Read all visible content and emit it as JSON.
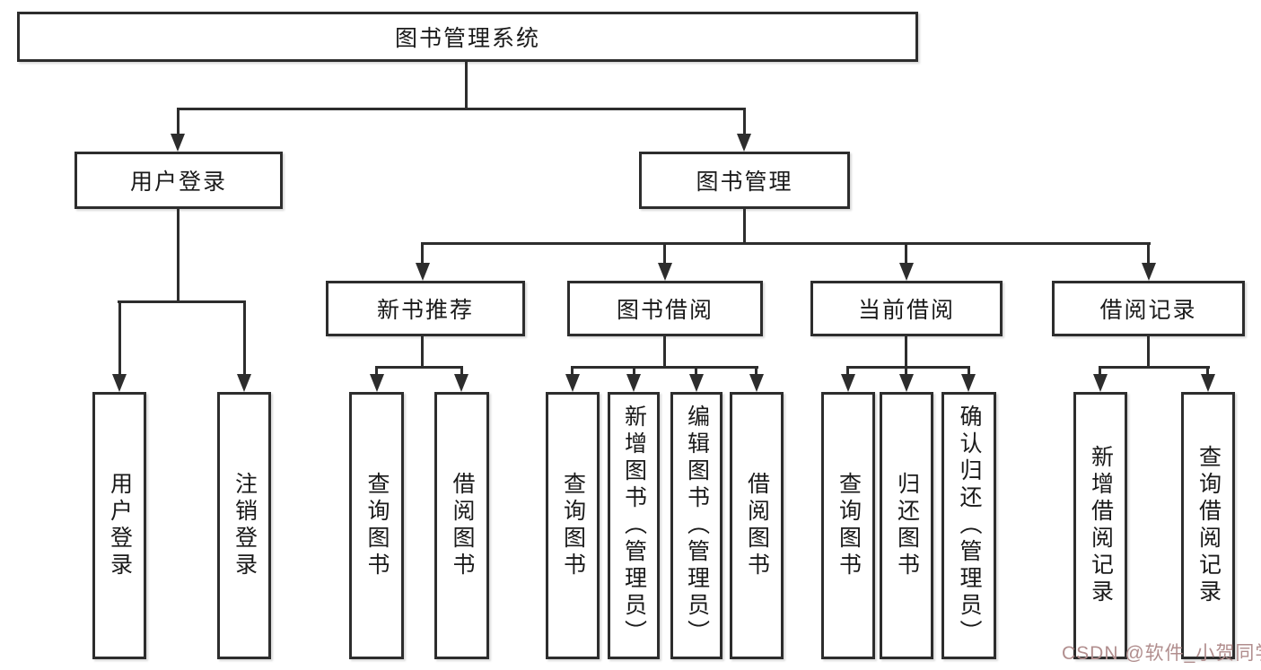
{
  "diagram": {
    "root": {
      "label": "图书管理系统",
      "children": [
        {
          "label": "用户登录",
          "children": [
            {
              "label": "用户登录"
            },
            {
              "label": "注销登录"
            }
          ]
        },
        {
          "label": "图书管理",
          "children": [
            {
              "label": "新书推荐",
              "children": [
                {
                  "label": "查询图书"
                },
                {
                  "label": "借阅图书"
                }
              ]
            },
            {
              "label": "图书借阅",
              "children": [
                {
                  "label": "查询图书"
                },
                {
                  "label": "新增图书（管理员）"
                },
                {
                  "label": "编辑图书（管理员）"
                },
                {
                  "label": "借阅图书"
                }
              ]
            },
            {
              "label": "当前借阅",
              "children": [
                {
                  "label": "查询图书"
                },
                {
                  "label": "归还图书"
                },
                {
                  "label": "确认归还（管理员）"
                }
              ]
            },
            {
              "label": "借阅记录",
              "children": [
                {
                  "label": "新增借阅记录"
                },
                {
                  "label": "查询借阅记录"
                }
              ]
            }
          ]
        }
      ]
    }
  },
  "watermark": {
    "text": "CSDN @软件_小贺同学"
  },
  "colors": {
    "line": "#2d2d2d",
    "border": "#2d2d2d",
    "text": "#1a1a1a",
    "watermark": "#b18e8e",
    "background": "#ffffff"
  }
}
